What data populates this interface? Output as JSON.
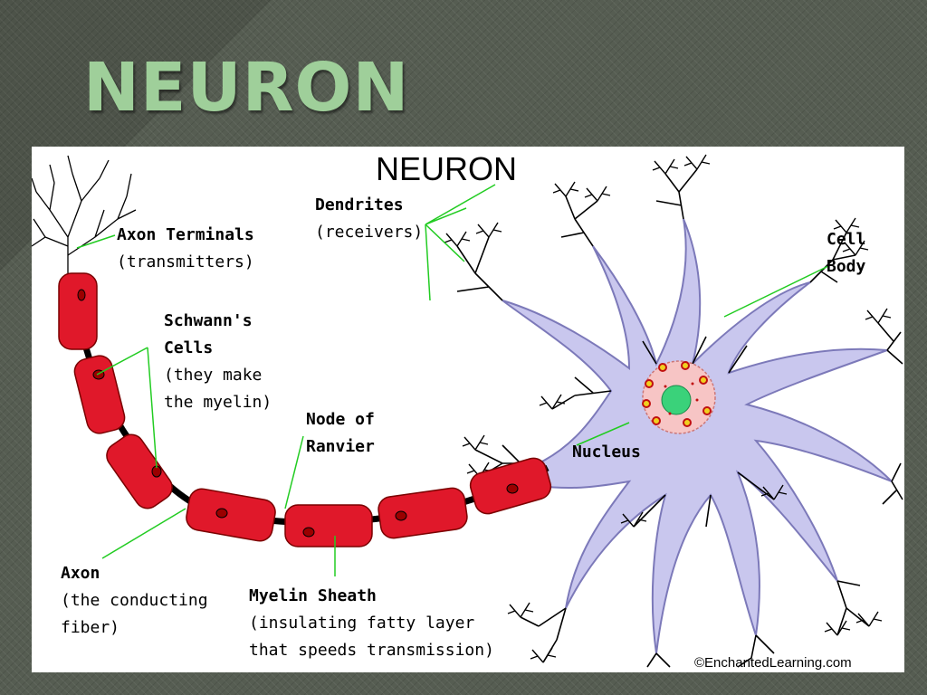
{
  "slide": {
    "title": "Neuron"
  },
  "diagram": {
    "heading": "NEURON",
    "credit": "©EnchantedLearning.com",
    "labels": {
      "dendrites": {
        "name": "Dendrites",
        "note": "(receivers)"
      },
      "axon_terminals": {
        "name": "Axon Terminals",
        "note": "(transmitters)"
      },
      "cell_body": {
        "line1": "Cell",
        "line2": "Body"
      },
      "schwann_cells": {
        "line1": "Schwann's",
        "line2": "Cells",
        "note1": "(they make",
        "note2": "the myelin)"
      },
      "node_of_ranvier": {
        "line1": "Node of",
        "line2": "Ranvier"
      },
      "nucleus": {
        "name": "Nucleus"
      },
      "axon": {
        "name": "Axon",
        "note1": "(the conducting",
        "note2": "fiber)"
      },
      "myelin_sheath": {
        "name": "Myelin Sheath",
        "note1": "(insulating fatty layer",
        "note2": "that speeds transmission)"
      }
    },
    "colors": {
      "myelin": "#e0182a",
      "cell_body": "#c9c7ee",
      "nucleus": "#f7c5c5",
      "nucleolus": "#3ad27a",
      "leader_line": "#22cc22",
      "title_green": "#9fcf9a"
    }
  }
}
